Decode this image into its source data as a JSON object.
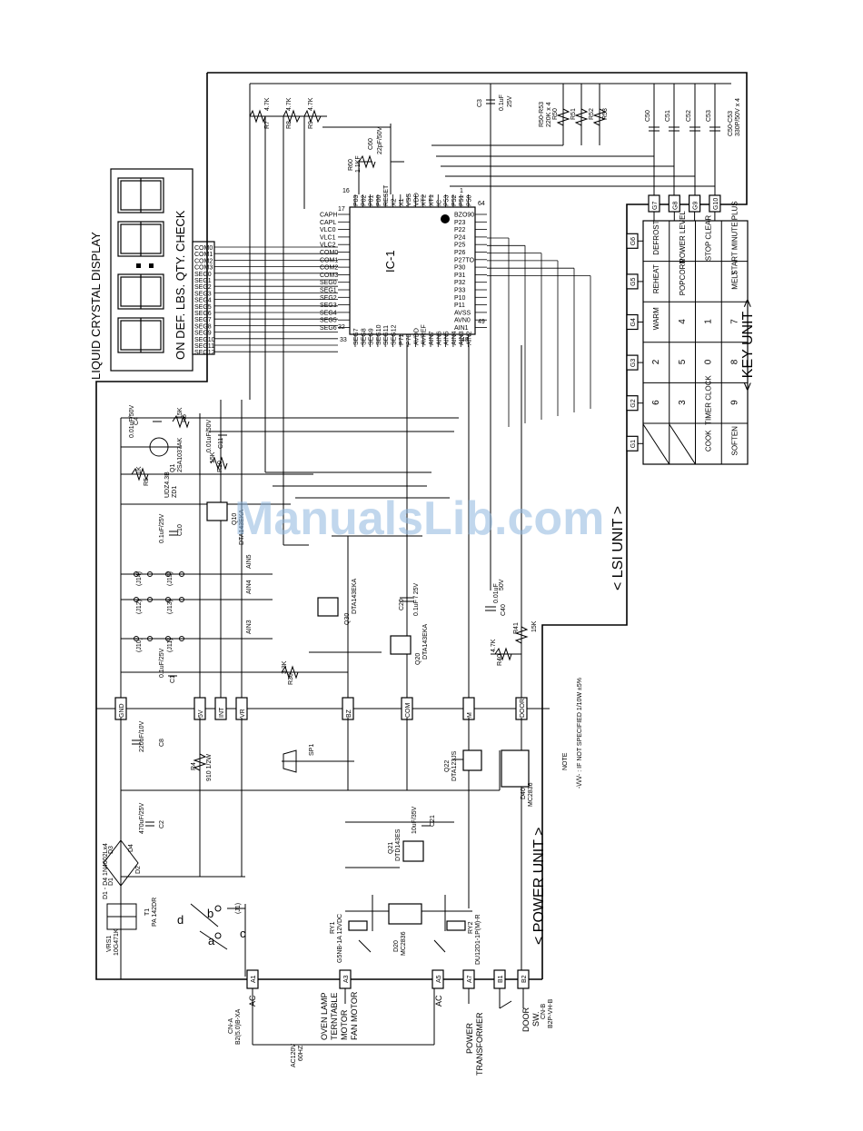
{
  "watermark": "ManualsLib.com",
  "lcd": {
    "title": "LIQUID CRYSTAL DISPLAY",
    "digits": "88:88",
    "indicators": "ON DEF. LBS. QTY. CHECK",
    "com_pins": [
      "COM0",
      "COM1",
      "COM2",
      "COM3"
    ],
    "seg_pins": [
      "SEG0",
      "SEG1",
      "SEG2",
      "SEG3",
      "SEG4",
      "SEG5",
      "SEG6",
      "SEG7",
      "SEG8",
      "SEG9",
      "SEG10",
      "SEG11",
      "SEG12"
    ]
  },
  "ic": {
    "label": "IC-1",
    "pin_top_first": "16",
    "pin_top_last": "1",
    "pin_right_first": "64",
    "pin_right_last": "49",
    "pin_bottom_first": "48",
    "pin_left_first": "33",
    "pin_left_last": "32",
    "pin_17": "17",
    "top_pins": [
      "P03",
      "P02",
      "P01",
      "P00",
      "RESET",
      "X2",
      "X1",
      "VSS",
      "VDD",
      "XT2",
      "XT1",
      "IC",
      "P53",
      "P52",
      "P51",
      "P50"
    ],
    "left_pins": [
      "CAPH",
      "CAPL",
      "VLC0",
      "VLC1",
      "VLC2",
      "COM0",
      "COM1",
      "COM2",
      "COM3",
      "SEG0",
      "SEG1",
      "SEG2",
      "SEG3",
      "SEG4",
      "SEG5",
      "SEG6"
    ],
    "right_pins": [
      "BZO90",
      "P23",
      "P22",
      "P24",
      "P25",
      "P26",
      "P27TO",
      "P30",
      "P31",
      "P32",
      "P33",
      "P10",
      "P11",
      "AVSS",
      "AVN0",
      "AIN1"
    ],
    "bottom_pins": [
      "SEG7",
      "SEG8",
      "SEG9",
      "SEG10",
      "SEG11",
      "SEG12",
      "P71",
      "P70",
      "AVDD",
      "AVREF",
      "AIN7",
      "AIN6",
      "AIN5",
      "AIN4",
      "AIN3",
      "AIN2"
    ]
  },
  "components": {
    "r7": "R7",
    "r7v": "4.7K",
    "r8": "R8",
    "r8v": "4.7K",
    "r9": "R9",
    "r9v": "4.7K",
    "c60": "C60",
    "c60v": "22pF/50V",
    "r60": "R60",
    "r60v": "1.1KF",
    "c3": "C3",
    "c3v": "0.1uF",
    "c3v2": "25V",
    "r50_53": "R50-R53",
    "r50_53v": "220K x 4",
    "r50": "R50",
    "r51": "R51",
    "r52": "R52",
    "r53": "R53",
    "c50": "C50",
    "c51": "C51",
    "c52": "C52",
    "c53": "C53",
    "c50_53": "C50-C53",
    "c50_53v": "330P/50V x 4",
    "c4": "C4",
    "c4v": "0.01uF/50V",
    "r6": "R6",
    "r6v": "15K",
    "c11": "C11",
    "c11v": "0.01uF/50V",
    "r10": "R10",
    "r10v": "15K",
    "q1": "Q1",
    "q1v": "2SA1037AK",
    "r5": "R5",
    "r5v": "1K",
    "zd1": "ZD1",
    "zd1v": "UDZ4.3B",
    "q10": "Q10",
    "q10v": "DTA143EKA",
    "c10": "C10",
    "c10v": "0.1uF/25V",
    "ain5": "AIN5",
    "ain4": "AIN4",
    "ain3": "AIN3",
    "j14": "(J14)",
    "j15": "(J15)",
    "j12": "(J12)",
    "j13": "(J13)",
    "j10": "(J10)",
    "j11": "(J11)",
    "q30": "Q30",
    "q30v": "DTA143EKA",
    "c20": "C20",
    "c20v": "0.1uF / 25V",
    "q20": "Q20",
    "q20v": "DTA143EKA",
    "c40": "C40",
    "c40v": "0.01uF",
    "c40v2": "50V",
    "r41": "R41",
    "r41v": "15K",
    "r40": "R40",
    "r40v": "4.7K",
    "c1": "C1",
    "c1v": "0.1uF/25V",
    "r30": "R30",
    "r30v": "3.3K",
    "c8": "C8",
    "c8v": "220uF/10V",
    "r4": "R4",
    "r4v": "910 1/2W",
    "sp1": "SP1",
    "q22": "Q22",
    "q22v": "DTA123JS",
    "d40": "D40",
    "d40v": "MC2836",
    "c2": "C2",
    "c2v": "470uF/25V",
    "d1d4": "D1 - D4 1N4002Lx4",
    "d1": "D1",
    "d2": "D2",
    "d3": "D3",
    "d4": "D4",
    "c21": "C21",
    "c21v": "10uF/35V",
    "q21": "Q21",
    "q21v": "DTD143ES",
    "t1": "T1",
    "t1v": "PA 142DR",
    "vrs1": "VRS1",
    "vrs1v": "10G471K",
    "j1": "(J1)",
    "sw_a": "a",
    "sw_b": "b",
    "sw_c": "c",
    "sw_d": "d",
    "ry1": "RY1",
    "ry1v": "G5NB-1A 12VDC",
    "d20": "D20",
    "d20v": "MC2836",
    "ry2": "RY2",
    "ry2v": "DU12D1-1P(M)-R"
  },
  "bus_labels": [
    "GND",
    "5V",
    "INT",
    "VR",
    "BZ",
    "COM",
    "M",
    "DOOR"
  ],
  "connectors": {
    "cna": "CN-A",
    "cna_v": "B2(5.0)B-XA",
    "ac1": "AC",
    "a1": "A1",
    "a3": "A3",
    "a5": "A5",
    "a7": "A7",
    "ac120": "AC120V",
    "ac120b": "60HZ",
    "oven_lamp": "OVEN LAMP",
    "turntable": "TERNTABLE",
    "motor": "MOTOR",
    "fan": "FAN MOTOR",
    "ac2": "AC",
    "power": "POWER",
    "transformer": "TRANSFORMER",
    "door": "DOOR",
    "sw": "SW.",
    "cnb": "CN-B",
    "cnb_v": "B2P-VH-B",
    "b1": "B1",
    "b2": "B2"
  },
  "units": {
    "lsi": "< LSI UNIT >",
    "power": "< POWER UNIT >",
    "key": "< KEY UNIT >"
  },
  "note": {
    "title": "NOTE",
    "text": "-\\/\\/\\/- : IF NOT SPECIFIED 1/10W ±5%"
  },
  "keypad": {
    "row_labels": [
      "G6",
      "G5",
      "G4",
      "G3",
      "G2",
      "G1"
    ],
    "col_labels": [
      "G7",
      "G8",
      "G9",
      "G10"
    ],
    "rows": [
      [
        "DEFROST",
        "POWER LEVEL",
        "STOP CLEAR",
        "START MINUTE PLUS"
      ],
      [
        "REHEAT",
        "POPCORN",
        "",
        "MELT"
      ],
      [
        "WARM",
        "4",
        "1",
        "7"
      ],
      [
        "2",
        "5",
        "0",
        "8"
      ],
      [
        "6",
        "3",
        "TIMER CLOCK",
        "9"
      ],
      [
        "",
        "",
        "COOK",
        "SOFTEN"
      ]
    ]
  }
}
